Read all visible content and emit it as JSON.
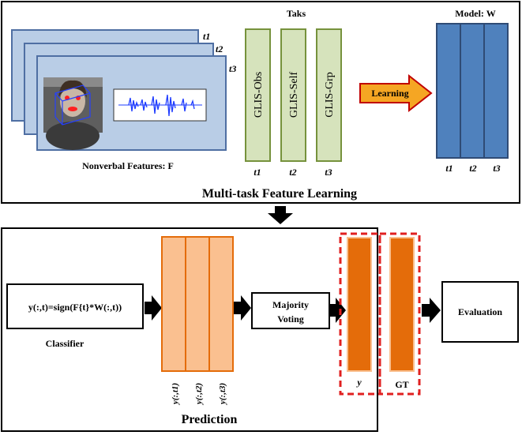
{
  "top_panel": {
    "title": "Multi-task Feature Learning",
    "features_caption": "Nonverbal Features: F",
    "frame_labels": [
      "t1",
      "t2",
      "t3"
    ],
    "tasks_heading": "Taks",
    "tasks": [
      {
        "label": "GLIS-Obs",
        "time": "t1"
      },
      {
        "label": "GLIS-Self",
        "time": "t2"
      },
      {
        "label": "GLIS-Grp",
        "time": "t3"
      }
    ],
    "learning_label": "Learning",
    "model_heading": "Model: W",
    "model_labels": [
      "t1",
      "t2",
      "t3"
    ]
  },
  "bottom_panel": {
    "classifier_formula": "y(:,t)=sign(F{t}*W(:,t))",
    "classifier_caption": "Classifier",
    "prediction_labels": [
      "y(:,t1)",
      "y(:,t2)",
      "y(:,t3)"
    ],
    "prediction_caption": "Prediction",
    "voting_label_1": "Majority",
    "voting_label_2": "Voting",
    "output_label": "y",
    "gt_label": "GT",
    "evaluation_label": "Evaluation"
  },
  "colors": {
    "frame_fill": "#b9cde6",
    "frame_stroke": "#4f6fa3",
    "task_fill": "#d6e3bc",
    "task_stroke": "#76923c",
    "arrow_fill": "#f5a623",
    "arrow_stroke": "#c00000",
    "model_fill": "#4f81bd",
    "model_stroke": "#2f4b75",
    "prediction_fill": "#fac090",
    "prediction_stroke": "#e46c0a",
    "output_fill": "#e46c0a",
    "dashed_box": "#e02020"
  }
}
